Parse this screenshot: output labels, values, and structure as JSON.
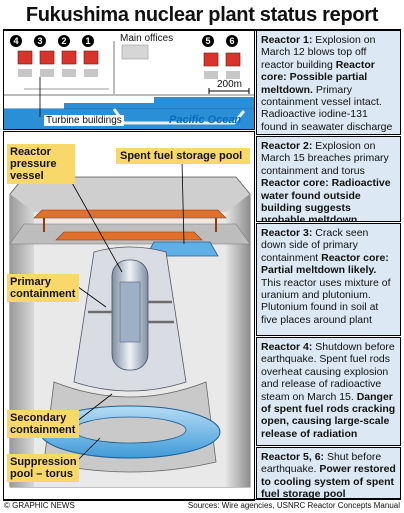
{
  "title": "Fukushima nuclear plant status report",
  "map": {
    "main_offices": "Main offices",
    "turbine_buildings": "Turbine buildings",
    "ocean": "Pacific Ocean",
    "scale": "200m",
    "reactor_numbers": [
      "4",
      "3",
      "2",
      "1",
      "5",
      "6"
    ]
  },
  "diagram": {
    "reactor_pressure_vessel": "Reactor pressure vessel",
    "spent_fuel_storage_pool": "Spent fuel storage pool",
    "primary_containment": "Primary containment",
    "secondary_containment": "Secondary containment",
    "suppression_pool": "Suppression pool – torus"
  },
  "reactors": [
    {
      "heading": "Reactor 1:",
      "text1": "Explosion on March 12 blows top off reactor building",
      "bold": "Reactor core: Possible partial meltdown.",
      "text2": "Primary containment vessel intact. Radioactive iodine-131 found in seawater discharge"
    },
    {
      "heading": "Reactor 2:",
      "text1": "Explosion on March 15 breaches primary containment and torus",
      "bold": "Reactor core: Radioactive water found outside building suggests probable meltdown",
      "text2": ""
    },
    {
      "heading": "Reactor 3:",
      "text1": "Crack seen down side of primary containment",
      "bold": "Reactor core: Partial meltdown likely.",
      "text2": "This reactor uses mixture of uranium and plutonium. Plutonium found in soil at five places around plant"
    },
    {
      "heading": "Reactor 4:",
      "text1": "Shutdown before earthquake. Spent fuel rods overheat causing explosion and release of radioactive steam on March 15.",
      "bold": "Danger of spent fuel rods cracking open, causing large-scale release of radiation",
      "text2": ""
    },
    {
      "heading": "Reactor 5, 6:",
      "text1": "Shut before earthquake.",
      "bold": "Power restored to cooling system of spent fuel storage pool",
      "text2": ""
    }
  ],
  "footer": {
    "credit": "© GRAPHIC NEWS",
    "sources": "Sources: Wire agencies, USNRC Reactor Concepts Manual"
  },
  "colors": {
    "callout": "#f9d86a",
    "panel": "#dce9f4",
    "sea": "#2a8fd6",
    "reactor_red": "#d9342b",
    "crane": "#e0702a"
  }
}
